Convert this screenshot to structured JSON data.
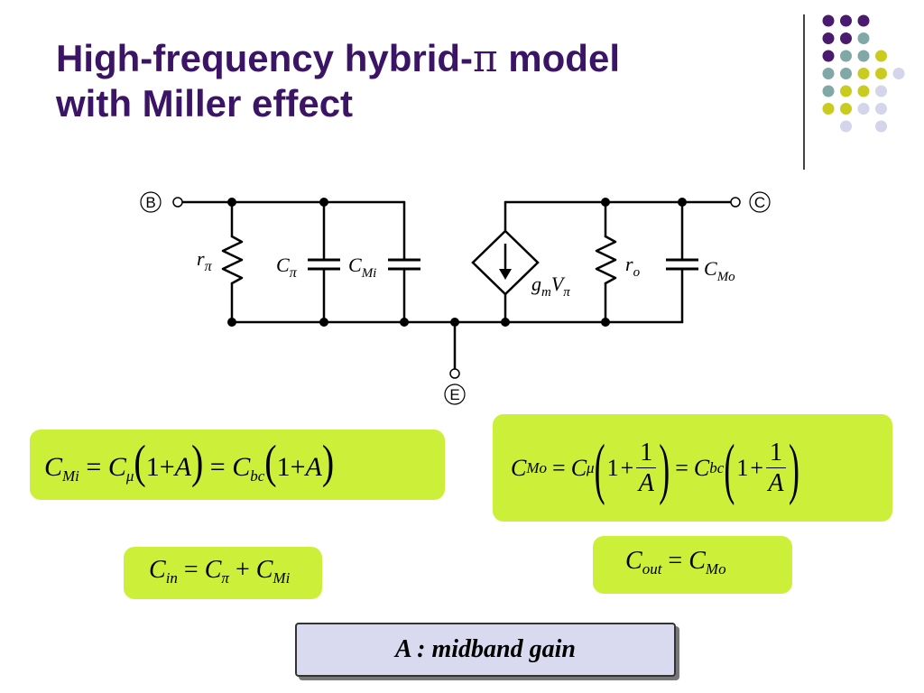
{
  "slide": {
    "title_line1_a": "High-frequency hybrid-",
    "title_pi": "π",
    "title_line1_b": " model",
    "title_line2": "with Miller effect"
  },
  "decor": {
    "dot_colors": {
      "purple": "#4a1a6e",
      "teal": "#7fa8a6",
      "yellow": "#c9cc1e",
      "lavender": "#d4d4ea"
    },
    "dot_grid": [
      [
        "purple",
        "purple",
        "purple",
        null,
        null
      ],
      [
        "purple",
        "purple",
        "teal",
        null,
        null
      ],
      [
        "purple",
        "teal",
        "teal",
        "yellow",
        null
      ],
      [
        "teal",
        "teal",
        "yellow",
        "yellow",
        "lavender"
      ],
      [
        "teal",
        "yellow",
        "yellow",
        "lavender",
        null
      ],
      [
        "yellow",
        "yellow",
        "lavender",
        "lavender",
        null
      ],
      [
        null,
        "lavender",
        null,
        "lavender",
        null
      ]
    ]
  },
  "circuit": {
    "node_b": "B",
    "node_c": "C",
    "node_e": "E",
    "r_pi": {
      "base": "r",
      "sub": "π"
    },
    "c_pi": {
      "base": "C",
      "sub": "π"
    },
    "c_mi": {
      "base": "C",
      "sub": "Mi"
    },
    "gm_v_pi": {
      "g": "g",
      "gsub": "m",
      "v": "V",
      "vsub": "π"
    },
    "r_o": {
      "base": "r",
      "sub": "o"
    },
    "c_mo": {
      "base": "C",
      "sub": "Mo"
    }
  },
  "equations": {
    "cmi": {
      "lhs": "C",
      "lhs_sub": "Mi",
      "eq1": "=",
      "c_mu": "C",
      "mu": "μ",
      "lp": "(",
      "one": "1",
      "plus": "+",
      "a": "A",
      "rp": ")",
      "eq2": "=",
      "c_bc": "C",
      "bc": "bc"
    },
    "cmo": {
      "lhs": "C",
      "lhs_sub": "Mo",
      "eq1": "=",
      "c_mu": "C",
      "mu": "μ",
      "lp": "(",
      "one": "1",
      "plus": "+",
      "frac_num": "1",
      "frac_den": "A",
      "rp": ")",
      "eq2": "=",
      "c_bc": "C",
      "bc": "bc"
    },
    "cin": {
      "lhs": "C",
      "lhs_sub": "in",
      "eq": "=",
      "t1": "C",
      "t1_sub": "π",
      "plus": "+",
      "t2": "C",
      "t2_sub": "Mi"
    },
    "cout": {
      "lhs": "C",
      "lhs_sub": "out",
      "eq": "=",
      "rhs": "C",
      "rhs_sub": "Mo"
    }
  },
  "note": {
    "midband_gain": "A : midband gain"
  },
  "colors": {
    "title": "#3b1466",
    "equation_box": "#ccf03a",
    "note_box": "#d9d9f0"
  }
}
